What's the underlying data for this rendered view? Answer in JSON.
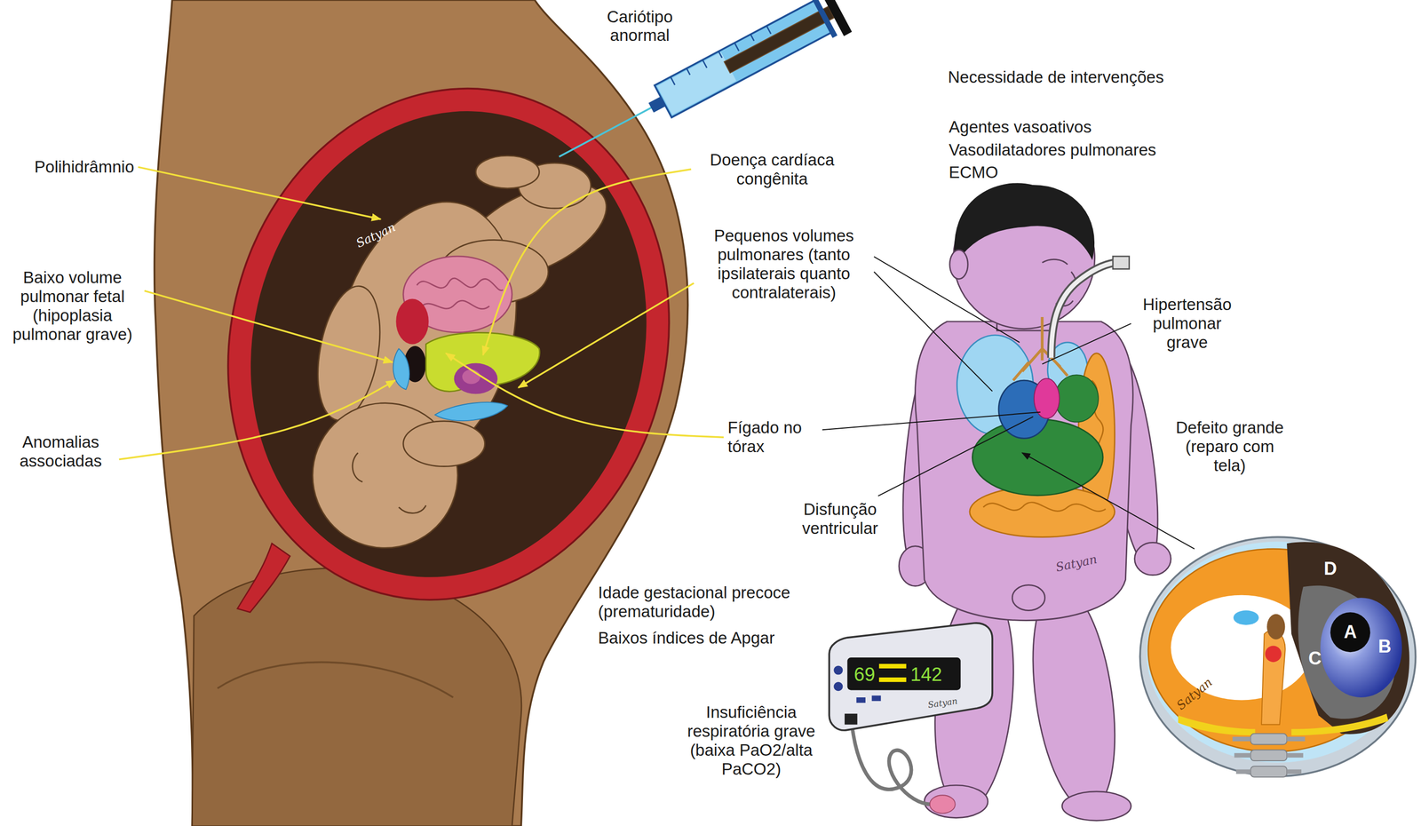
{
  "diagram": {
    "labels": [
      "Cariótipo anormal",
      "Necessidade de intervenções",
      "Agentes vasoativos",
      "Vasodilatadores pulmonares",
      "ECMO",
      "Polihidrâmnio",
      "Doença cardíaca congênita",
      "Pequenos volumes pulmonares (tanto ipsilaterais quanto contralaterais)",
      "Baixo volume pulmonar fetal (hipoplasia pulmonar grave)",
      "Hipertensão pulmonar grave",
      "Fígado no tórax",
      "Anomalias associadas",
      "Defeito grande (reparo com tela)",
      "Disfunção ventricular",
      "Idade gestacional precoce (prematuridade)",
      "Baixos índices de Apgar",
      "69",
      "142",
      "Insuficiência respiratória grave (baixa PaO2/alta PaCO2)",
      "D",
      "A",
      "B",
      "C",
      "Satyan",
      "Satyan",
      "Satyan",
      "Satyan"
    ]
  }
}
